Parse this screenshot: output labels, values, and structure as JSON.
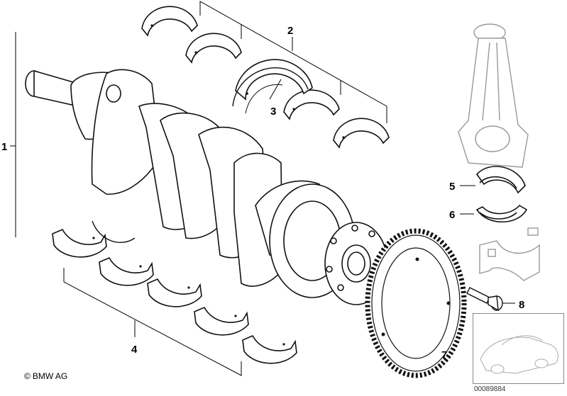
{
  "callouts": {
    "c1": "1",
    "c2": "2",
    "c3": "3",
    "c4": "4",
    "c5": "5",
    "c6": "6",
    "c7": "7",
    "c8": "8"
  },
  "footer": {
    "copyright_symbol": "©",
    "copyright_text": "BMW AG",
    "document_number": "00089884"
  },
  "icons": {
    "crankshaft": "crankshaft-icon",
    "upper_bearing_shells": "bearing-shell-icon",
    "thrust_bearing": "thrust-bearing-icon",
    "lower_bearing_shells": "bearing-shell-icon",
    "connecting_rod": "connecting-rod-icon",
    "rod_bearing_shells": "rod-bearing-icon",
    "gear_ring": "gear-ring-icon",
    "bolt": "bolt-icon",
    "car_thumbnail": "car-icon"
  }
}
